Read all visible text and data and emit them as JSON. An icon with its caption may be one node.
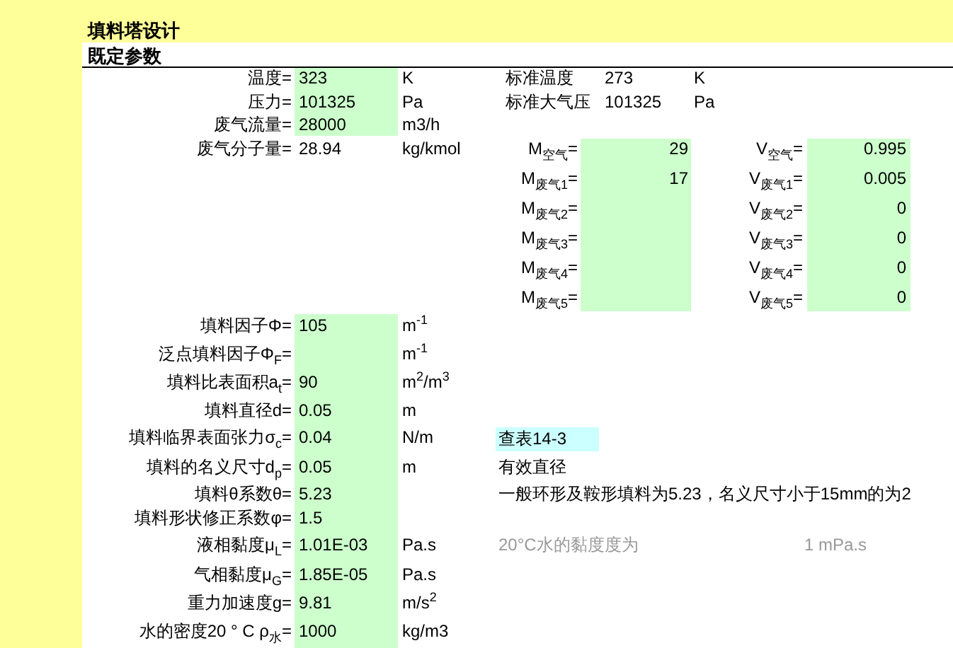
{
  "diagram": {
    "title": "填料塔设计",
    "labels": [
      "既定参数",
      "温度=",
      "323",
      "K",
      "标准温度",
      "273",
      "K",
      "压力=",
      "101325",
      "Pa",
      "标准大气压",
      "101325",
      "Pa",
      "废气流量=",
      "28000",
      "m3/h",
      "废气分子量=",
      "28.94",
      "kg/kmol",
      "M$_{空气}$=",
      "29",
      "V$_{空气}$=",
      "0.995",
      "M$_{废气1}$=",
      "17",
      "V$_{废气1}$=",
      "0.005",
      "M$_{废气2}$=",
      "V$_{废气2}$=",
      "0",
      "M$_{废气3}$=",
      "V$_{废气3}$=",
      "0",
      "M$_{废气4}$=",
      "V$_{废气4}$=",
      "0",
      "M$_{废气5}$=",
      "V$_{废气5}$=",
      "0",
      "填料因子Φ=",
      "105",
      "m$^{-1}$",
      "泛点填料因子Φ$_{F}$=",
      "m$^{-1}$",
      "填料比表面积a$_{t}$=",
      "90",
      "m$^{2}$/m$^{3}$",
      "填料直径d=",
      "0.05",
      "m",
      "填料临界表面张力σ$_{c}$=",
      "0.04",
      "N/m",
      "查表14-3",
      "填料的名义尺寸d$_{p}$=",
      "0.05",
      "m",
      "有效直径",
      "填料θ系数θ=",
      "5.23",
      "一般环形及鞍形填料为5.23，名义尺寸小于15mm的为2",
      "填料形状修正系数φ=",
      "1.5",
      "液相黏度μ$_{L}$=",
      "1.01E-03",
      "Pa.s",
      "20°C水的黏度度为",
      "1 mPa.s",
      "气相黏度μ$_{G}$=",
      "1.85E-05",
      "Pa.s",
      "重力加速度g=",
      "9.81",
      "m/s$^{2}$",
      "水的密度20 ° C ρ$_{水}$=",
      "1000",
      "kg/m3"
    ]
  }
}
